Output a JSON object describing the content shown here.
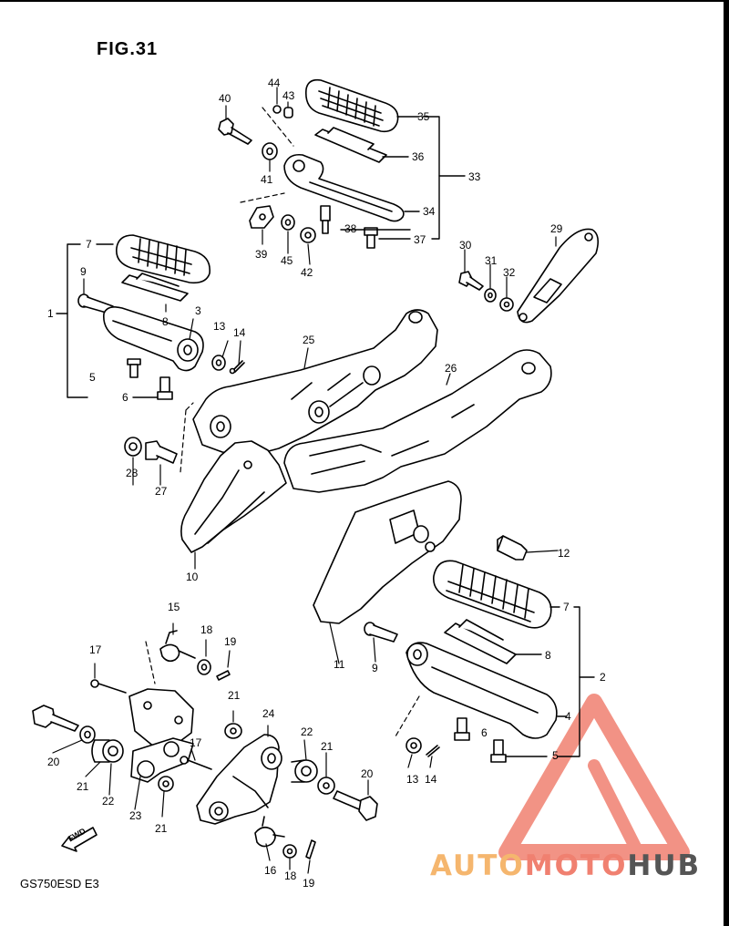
{
  "figure": {
    "title": "FIG.31",
    "model_code": "GS750ESD E3",
    "fwd_label": "FWD"
  },
  "watermark": {
    "part1": "AUTO",
    "part2": "MOTO",
    "part3": "HUB",
    "colors": {
      "auto": "#f5b66e",
      "moto": "#f08070",
      "hub": "#555555",
      "triangle": "#f08070"
    }
  },
  "callouts": {
    "c1": "1",
    "c2": "2",
    "c3": "3",
    "c4": "4",
    "c5a": "5",
    "c5b": "5",
    "c6a": "6",
    "c6b": "6",
    "c7a": "7",
    "c7b": "7",
    "c8a": "8",
    "c8b": "8",
    "c9a": "9",
    "c9b": "9",
    "c10": "10",
    "c11": "11",
    "c12": "12",
    "c13a": "13",
    "c13b": "13",
    "c14a": "14",
    "c14b": "14",
    "c15": "15",
    "c16": "16",
    "c17a": "17",
    "c17b": "17",
    "c18a": "18",
    "c18b": "18",
    "c19a": "19",
    "c19b": "19",
    "c20a": "20",
    "c20b": "20",
    "c21a": "21",
    "c21b": "21",
    "c21c": "21",
    "c21d": "21",
    "c22a": "22",
    "c22b": "22",
    "c23": "23",
    "c24": "24",
    "c25": "25",
    "c26": "26",
    "c27": "27",
    "c28": "28",
    "c29": "29",
    "c30": "30",
    "c31": "31",
    "c32": "32",
    "c33": "33",
    "c34": "34",
    "c35": "35",
    "c36": "36",
    "c37": "37",
    "c38": "38",
    "c39": "39",
    "c40": "40",
    "c41": "41",
    "c42": "42",
    "c43": "43",
    "c44": "44",
    "c45": "45"
  }
}
